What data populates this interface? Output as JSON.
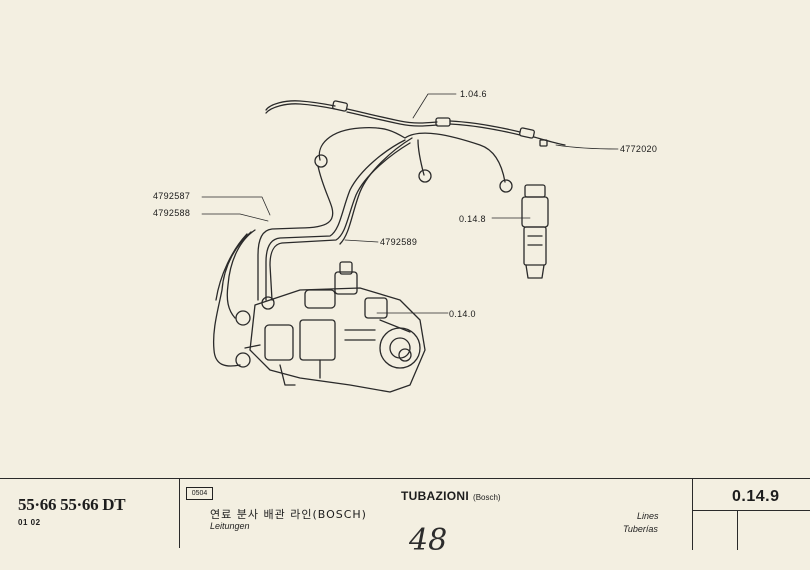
{
  "callouts": {
    "top_line": "1.04.6",
    "right_pipe": "4772020",
    "pipe_a": "4792587",
    "pipe_b": "4792588",
    "pipe_c": "4792589",
    "injector": "0.14.8",
    "pump": "0.14.0"
  },
  "footer": {
    "model": "55·66  55·66 DT",
    "model_sub": "01 02",
    "code_box": "0504",
    "korean": "연료 분사 배관 라인(BOSCH)",
    "german": "Leitungen",
    "title": "TUBAZIONI",
    "title_sub": "(Bosch)",
    "english": "Lines",
    "spanish": "Tuberías",
    "handwritten_page": "48",
    "page_code": "0.14.9"
  },
  "colors": {
    "paper": "#f3efe1",
    "ink": "#1d1d1d"
  }
}
